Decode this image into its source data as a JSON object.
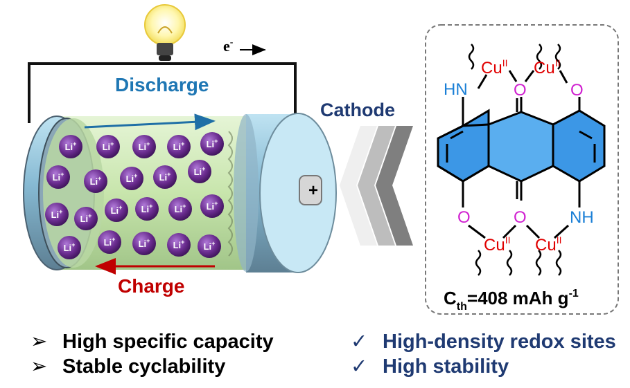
{
  "labels": {
    "electron": "e",
    "electron_sup": "-",
    "discharge": "Discharge",
    "charge": "Charge",
    "cathode": "Cathode",
    "plus": "+",
    "li_ion": "Li",
    "li_ion_sup": "+",
    "capacity": "C",
    "capacity_sub": "th",
    "capacity_value": "=408 mAh g",
    "capacity_sup": "-1"
  },
  "structure": {
    "copper": "Cu",
    "copper_sup": "II",
    "oxygen": "O",
    "amine": "HN",
    "amine_right": "NH"
  },
  "features_left": {
    "marker": "➢",
    "items": [
      "High specific capacity",
      "Stable cyclability"
    ]
  },
  "features_right": {
    "marker": "✓",
    "items": [
      "High-density redox sites",
      "High  stability"
    ]
  },
  "colors": {
    "discharge": "#1f77b4",
    "charge": "#c00000",
    "cathode": "#1f3a72",
    "li_ion": "#6a2c8f",
    "copper": "#e00000",
    "oxygen": "#d020d0",
    "amine": "#1a7fd6",
    "ring_fill": "#3c97e6",
    "battery_body": "#cfe9b8",
    "battery_cap": "#a8d3ea"
  }
}
